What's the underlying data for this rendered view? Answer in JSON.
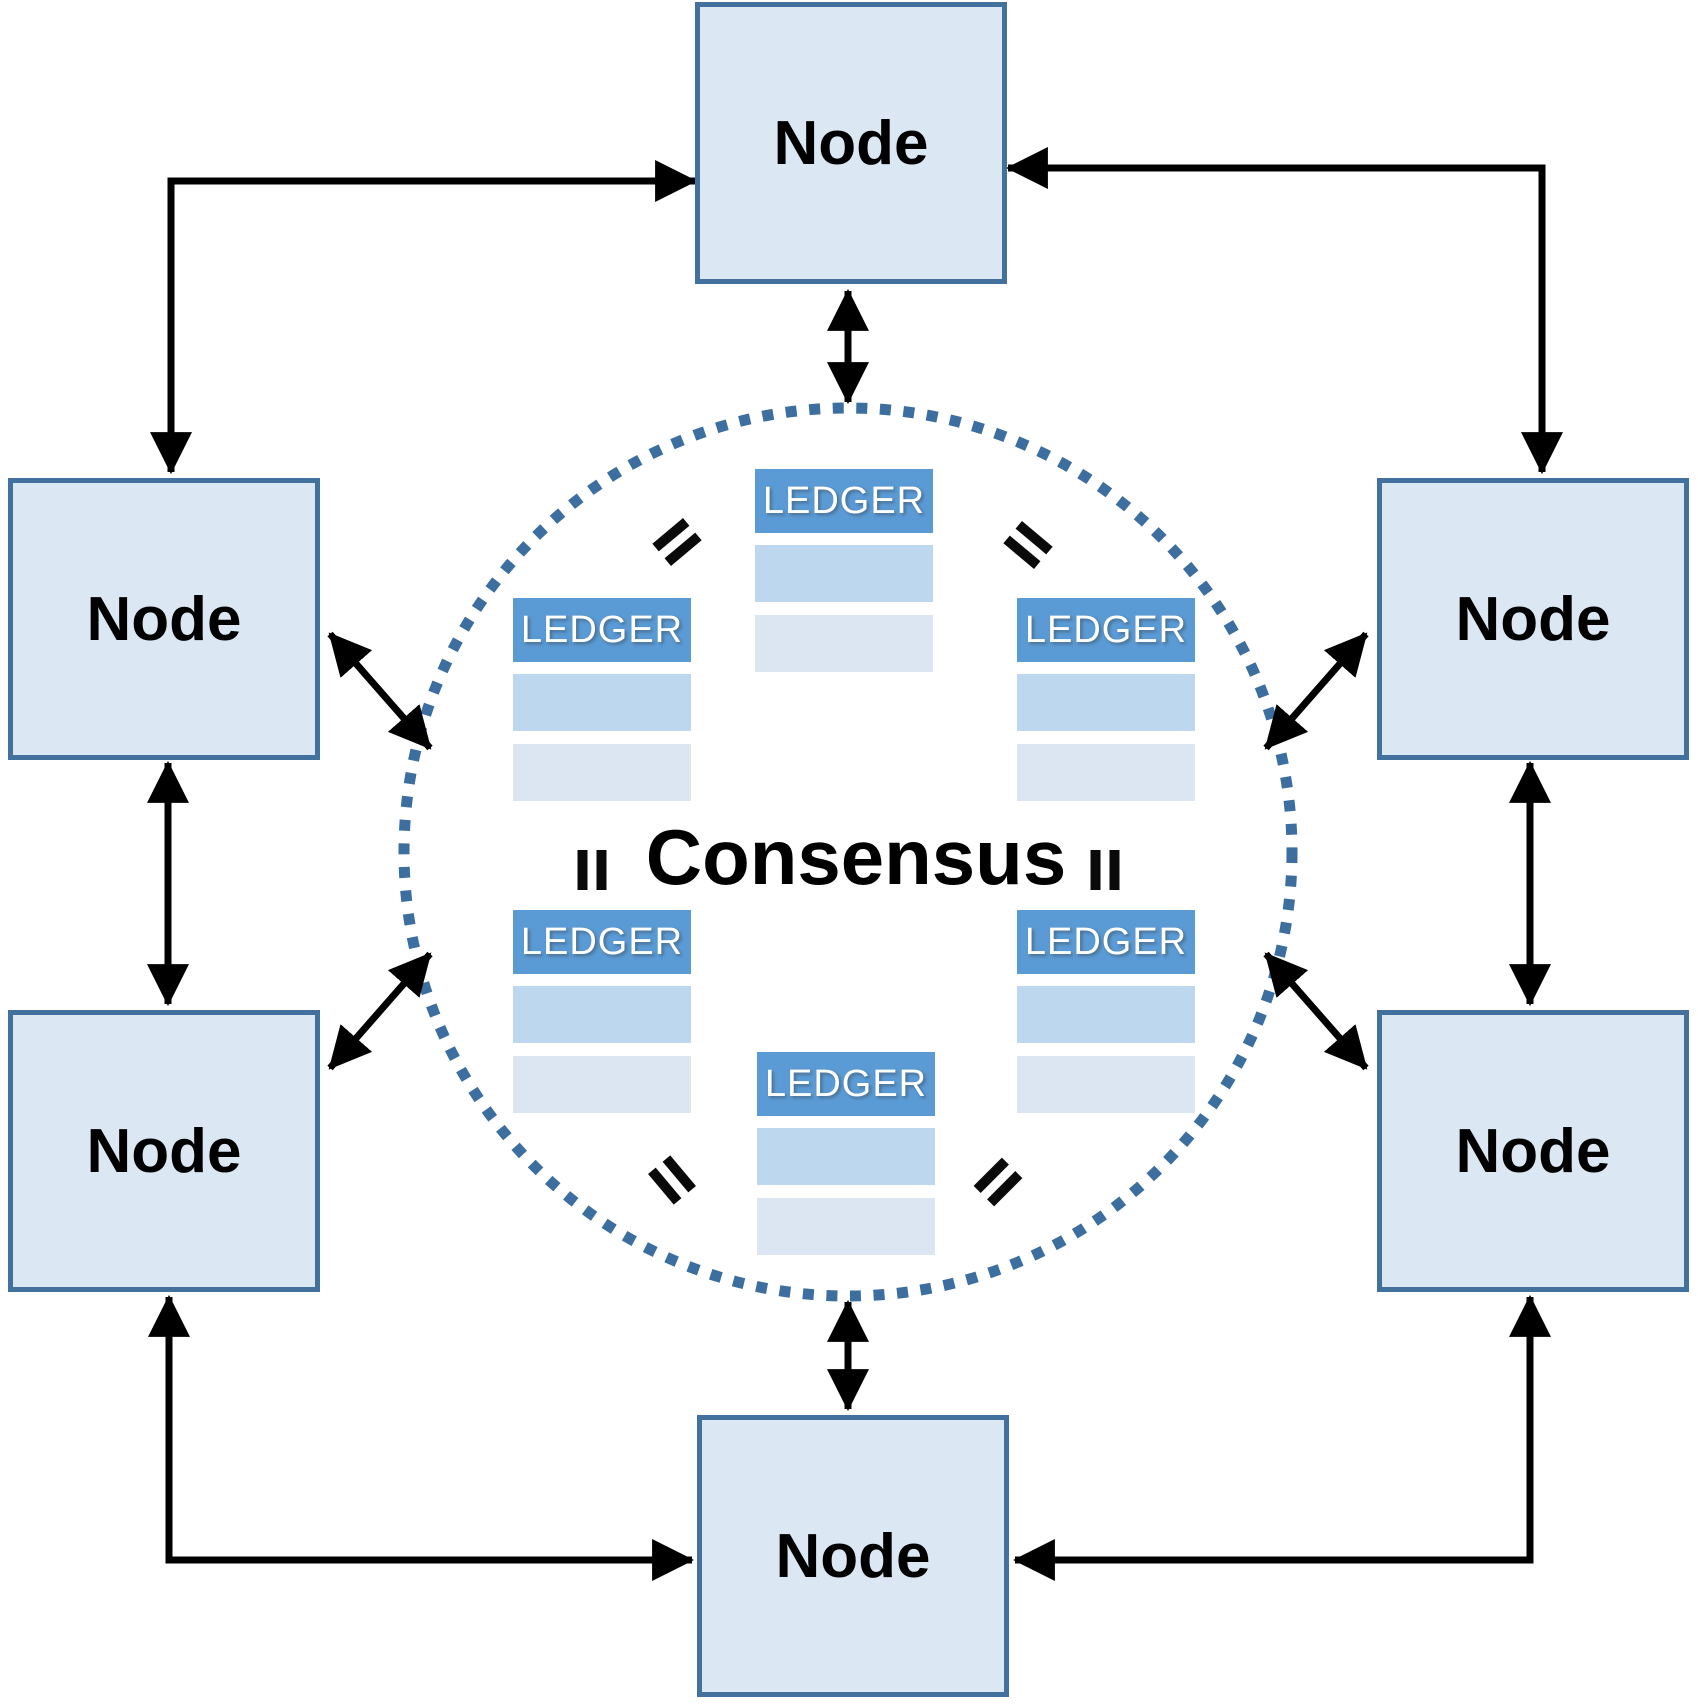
{
  "labels": {
    "consensus": "Consensus",
    "node": "Node",
    "ledger": "LEDGER",
    "equals_symbol": "="
  },
  "nodes": [
    {
      "id": "top",
      "label": "Node"
    },
    {
      "id": "left-upper",
      "label": "Node"
    },
    {
      "id": "right-upper",
      "label": "Node"
    },
    {
      "id": "left-lower",
      "label": "Node"
    },
    {
      "id": "right-lower",
      "label": "Node"
    },
    {
      "id": "bottom",
      "label": "Node"
    }
  ],
  "ledgers": [
    {
      "id": "top",
      "label": "LEDGER",
      "rows": 2
    },
    {
      "id": "mid-left",
      "label": "LEDGER",
      "rows": 2
    },
    {
      "id": "mid-right",
      "label": "LEDGER",
      "rows": 2
    },
    {
      "id": "low-left",
      "label": "LEDGER",
      "rows": 2
    },
    {
      "id": "low-right",
      "label": "LEDGER",
      "rows": 2
    },
    {
      "id": "bottom",
      "label": "LEDGER",
      "rows": 2
    }
  ],
  "equals_marks": [
    {
      "id": "top-left",
      "symbol": "="
    },
    {
      "id": "top-right",
      "symbol": "="
    },
    {
      "id": "mid-left",
      "symbol": "="
    },
    {
      "id": "mid-right",
      "symbol": "="
    },
    {
      "id": "bottom-left",
      "symbol": "="
    },
    {
      "id": "bottom-right",
      "symbol": "="
    }
  ],
  "connections": [
    {
      "from": "node-left-upper",
      "to": "node-top",
      "style": "elbow",
      "arrows": "both-ends"
    },
    {
      "from": "node-right-upper",
      "to": "node-top",
      "style": "elbow",
      "arrows": "both-ends"
    },
    {
      "from": "node-left-lower",
      "to": "node-bottom",
      "style": "elbow",
      "arrows": "both-ends"
    },
    {
      "from": "node-right-lower",
      "to": "node-bottom",
      "style": "elbow",
      "arrows": "both-ends"
    },
    {
      "from": "node-top",
      "to": "consensus-circle",
      "style": "straight",
      "arrows": "both-ends"
    },
    {
      "from": "node-bottom",
      "to": "consensus-circle",
      "style": "straight",
      "arrows": "both-ends"
    },
    {
      "from": "node-left-upper",
      "to": "node-left-lower",
      "style": "straight",
      "arrows": "both-ends"
    },
    {
      "from": "node-right-upper",
      "to": "node-right-lower",
      "style": "straight",
      "arrows": "both-ends"
    },
    {
      "from": "node-left-upper",
      "to": "consensus-circle",
      "style": "diagonal",
      "arrows": "both-ends"
    },
    {
      "from": "node-right-upper",
      "to": "consensus-circle",
      "style": "diagonal",
      "arrows": "both-ends"
    },
    {
      "from": "node-left-lower",
      "to": "consensus-circle",
      "style": "diagonal",
      "arrows": "both-ends"
    },
    {
      "from": "node-right-lower",
      "to": "consensus-circle",
      "style": "diagonal",
      "arrows": "both-ends"
    }
  ],
  "colors": {
    "node_fill": "#dbe8f4",
    "node_border": "#41719c",
    "ledger_header": "#5b9bd5",
    "ledger_row_1": "#bdd7ee",
    "ledger_row_2": "#dce6f2",
    "circle_dots": "#3c6e9f",
    "arrows": "#000000",
    "text": "#000000"
  }
}
